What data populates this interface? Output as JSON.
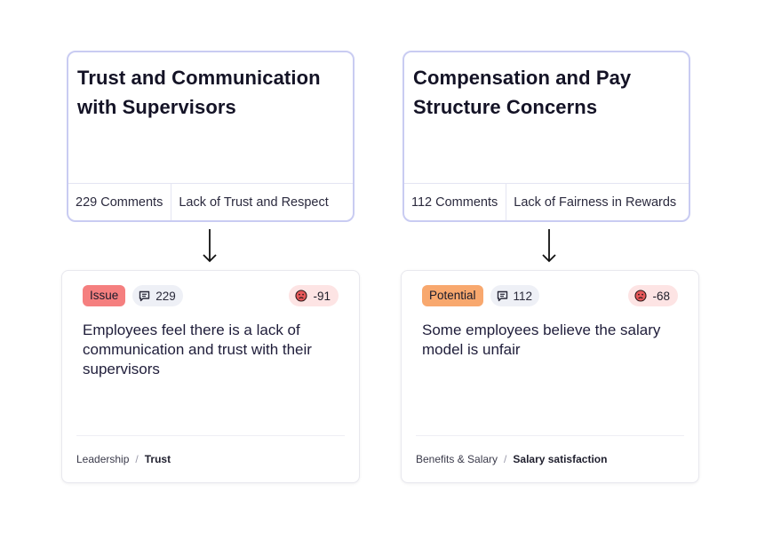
{
  "topics": [
    {
      "title": "Trust and Communication with Supervisors",
      "comments": "229 Comments",
      "tag": "Lack of Trust and Respect"
    },
    {
      "title": "Compensation and Pay Structure Concerns",
      "comments": "112 Comments",
      "tag": "Lack of Fairness in Rewards"
    }
  ],
  "insights": [
    {
      "label": "Issue",
      "label_color": "#f57f7f",
      "comment_count": "229",
      "score": "-91",
      "text": "Employees feel there is a lack of communication and trust with their supervisors",
      "breadcrumb": {
        "category": "Leadership",
        "subcategory": "Trust"
      }
    },
    {
      "label": "Potential",
      "label_color": "#f8a86e",
      "comment_count": "112",
      "score": "-68",
      "text": "Some employees believe the salary model is unfair",
      "breadcrumb": {
        "category": "Benefits & Salary",
        "subcategory": "Salary satisfaction"
      }
    }
  ],
  "colors": {
    "topic_border": "#c9ccf2",
    "score_bg": "#fde4e4",
    "comment_bg": "#eef0f6"
  },
  "icons": {
    "comment": "comment-icon",
    "sentiment": "sad-face-icon",
    "arrow": "arrow-down-icon"
  }
}
